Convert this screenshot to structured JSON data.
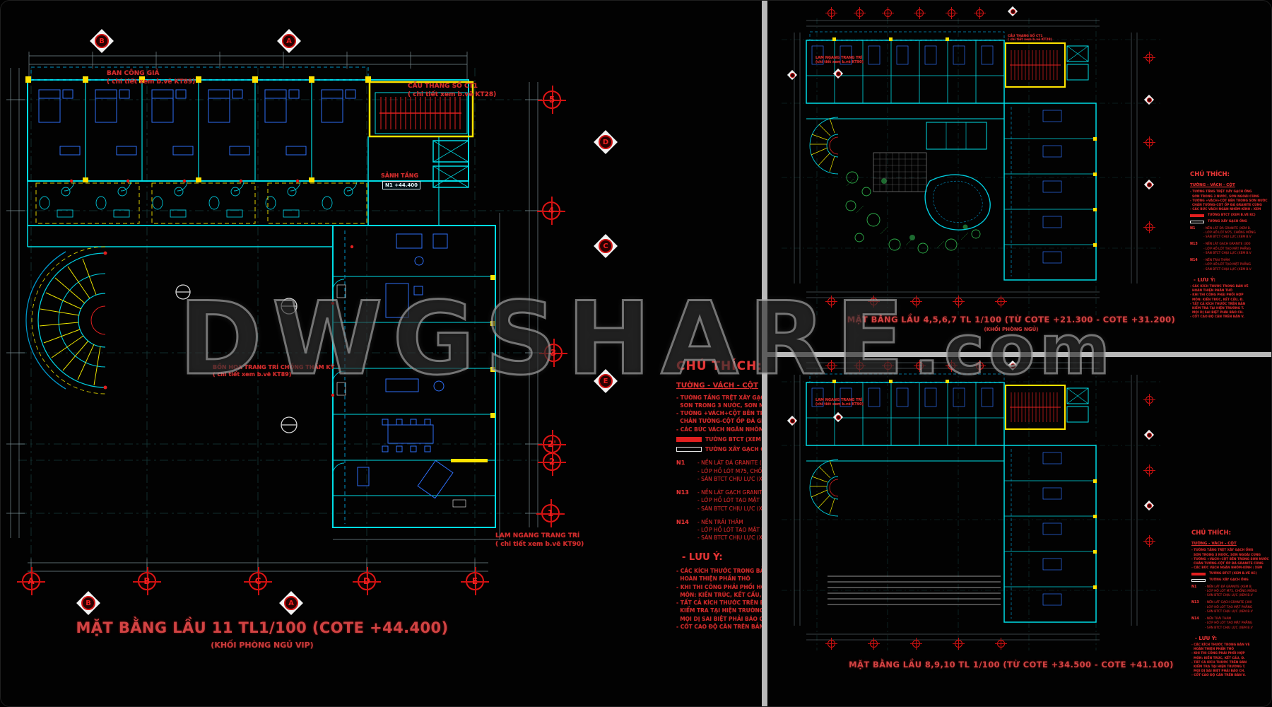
{
  "watermark": {
    "text": "DWGSHARE",
    "suffix": ".com"
  },
  "left_panel": {
    "title": "MẶT BẰNG LẦU 11 TL1/100 (COTE +44.400)",
    "subtitle": "(KHỐI PHÒNG NGỦ VIP)",
    "annotations": {
      "balcony_1": "BAN CÔNG GIẢ",
      "balcony_2": "( chi tiết xem b.vẽ KT89)",
      "stair_1": "CẦU THANG SỐ CT1",
      "stair_2": "( chi tiết xem b.vẽ KT28)",
      "planter_1": "BỒN HOA TRANG TRÍ CHỐNG THẤM KỸ",
      "planter_2": "( chi tiết xem b.vẽ KT89)",
      "louver_1": "LAM NGANG TRANG TRÍ",
      "louver_2": "( chi tiết xem b.vẽ KT90)",
      "lobby": "SẢNH TẦNG",
      "lobby_level": "N1  +44.400"
    },
    "grid": {
      "top_diamonds": [
        "B",
        "A"
      ],
      "right_circles": [
        "5",
        "4",
        "3",
        "2'",
        "2",
        "1"
      ],
      "right_diamonds": [
        "D",
        "C",
        "E"
      ],
      "bottom_circles": [
        "A",
        "B",
        "C",
        "D",
        "E"
      ],
      "bottom_diamonds": [
        "B",
        "A"
      ]
    }
  },
  "legend": {
    "heading": "CHÚ THÍCH:",
    "wall_heading": "TƯỜNG - VÁCH - CỘT",
    "wall_notes": [
      "- TƯỜNG TẦNG TRỆT XÂY GẠCH ỐNG",
      "  SƠN TRONG 3 NƯỚC, SƠN NGOÀI CÙNG",
      "- TƯỜNG +VÁCH+CỘT BÊN TRONG SƠN NƯỚC",
      "  CHÂN TƯỜNG-CỘT ỐP ĐÁ GRANITE CÙNG",
      "- CÁC BỨC VÁCH NGĂN NHÔM-KÍNH : XEM"
    ],
    "swatch_concrete": "TƯỜNG BTCT (XEM B.VẼ KC)",
    "swatch_brick": "TƯỜNG XÂY GẠCH ỐNG",
    "floor_notes": [
      {
        "code": "N1",
        "lines": [
          "- NỀN LÁT ĐÁ GRANITE (XEM B.",
          "- LỚP HỒ LÓT M75, CHỐNG MỐNG",
          "- SÀN BTCT CHỊU LỰC (XEM B.V"
        ]
      },
      {
        "code": "N13",
        "lines": [
          "- NỀN LÁT GẠCH GRANITE (300",
          "- LỚP HỒ LÓT TẠO MẶT PHẲNG",
          "- SÀN BTCT CHỊU LỰC (XEM B.V"
        ]
      },
      {
        "code": "N14",
        "lines": [
          "- NỀN TRẢI THẢM",
          "- LỚP HỒ LÓT TẠO MẶT PHẲNG",
          "- SÀN BTCT CHỊU LỰC (XEM B.V"
        ]
      }
    ],
    "notes_heading": "- LƯU Ý:",
    "notes": [
      "- CÁC KÍCH THƯỚC TRONG BẢN VẼ",
      "  HOÀN THIỆN PHẦN THÔ",
      "- KHI THI CÔNG PHẢI PHỐI HỢP",
      "  MÔN: KIẾN TRÚC, KẾT CẤU, Đ.",
      "- TẤT CẢ KÍCH THƯỚC TRÊN BẢN",
      "  KIỂM TRA TẠI HIỆN TRƯỜNG T.",
      "  MỌI DỊ SAI BIỆT PHẢI BÁO CH.",
      "- CỐT CAO ĐỘ CĂN TRÊN BẢN V."
    ]
  },
  "top_right_panel": {
    "title": "MẶT BẰNG LẦU 4,5,6,7 TL 1/100 (TỪ COTE +21.300 - COTE +31.200)",
    "subtitle": "(KHỐI PHÒNG NGỦ)",
    "annotation_1": "LAM NGANG TRANG TRÍ",
    "annotation_2": "(chi tiết xem b.vẽ KT90)"
  },
  "bottom_right_panel": {
    "title": "MẶT BẰNG LẦU 8,9,10 TL 1/100 (TỪ COTE +34.500 - COTE +41.100)",
    "annotation_1": "LAM NGANG TRANG TRÍ",
    "annotation_2": "(chi tiết xem b.vẽ KT90)"
  }
}
